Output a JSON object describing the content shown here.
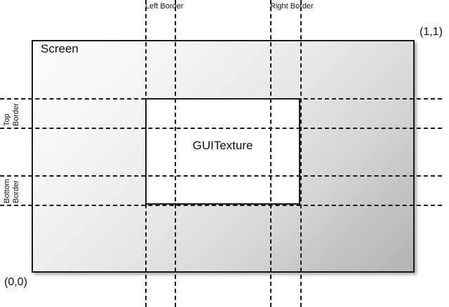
{
  "diagram": {
    "screen": {
      "label": "Screen"
    },
    "guitexture": {
      "label": "GUITexture"
    },
    "corners": {
      "top_right": "(1,1)",
      "bottom_left": "(0,0)"
    },
    "borders": {
      "left": {
        "line1": "Left",
        "line2": "Border"
      },
      "right": {
        "line1": "Right",
        "line2": "Border"
      },
      "top": {
        "line1": "Top",
        "line2": "Border"
      },
      "bottom": {
        "line1": "Bottom",
        "line2": "Border"
      }
    },
    "colors": {
      "stroke": "#1a1a1a",
      "screen_fill_light": "#fdfdfd",
      "screen_fill_dark": "#b4b4b4",
      "texture_fill": "#ffffff",
      "text": "#111111"
    }
  }
}
